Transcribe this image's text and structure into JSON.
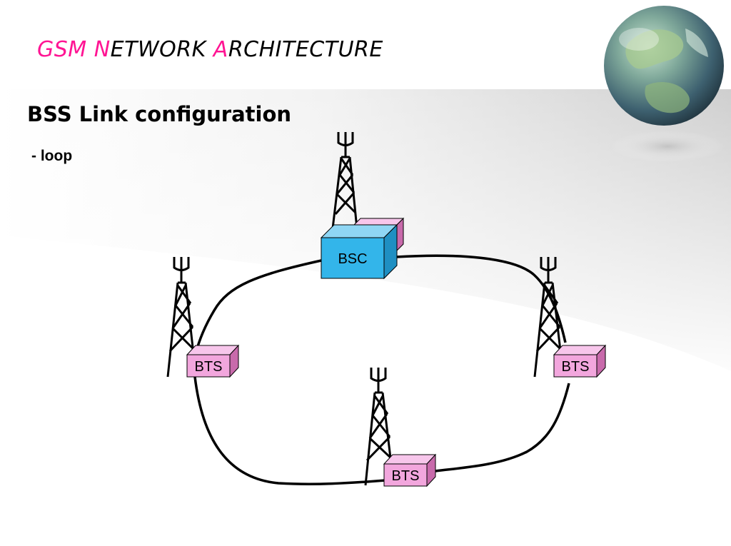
{
  "slide": {
    "title_parts": [
      "GSM ",
      "N",
      "ETWORK ",
      "A",
      "RCHITECTURE"
    ],
    "subtitle": "BSS Link configuration",
    "bullet": "- loop"
  },
  "colors": {
    "accent": "#ff1493",
    "bts_box": "#f2a6dd",
    "bsc_box": "#33b5ea",
    "link": "#000000"
  },
  "diagram": {
    "topology": "loop",
    "nodes": [
      {
        "label": "BSC",
        "type": "controller",
        "icon": "bsc-box-icon"
      },
      {
        "label": "BTS",
        "type": "base-station",
        "icon": "antenna-tower-icon"
      },
      {
        "label": "BTS",
        "type": "base-station",
        "icon": "antenna-tower-icon"
      },
      {
        "label": "BTS",
        "type": "base-station",
        "icon": "antenna-tower-icon"
      }
    ],
    "decoration": "globe-icon"
  }
}
